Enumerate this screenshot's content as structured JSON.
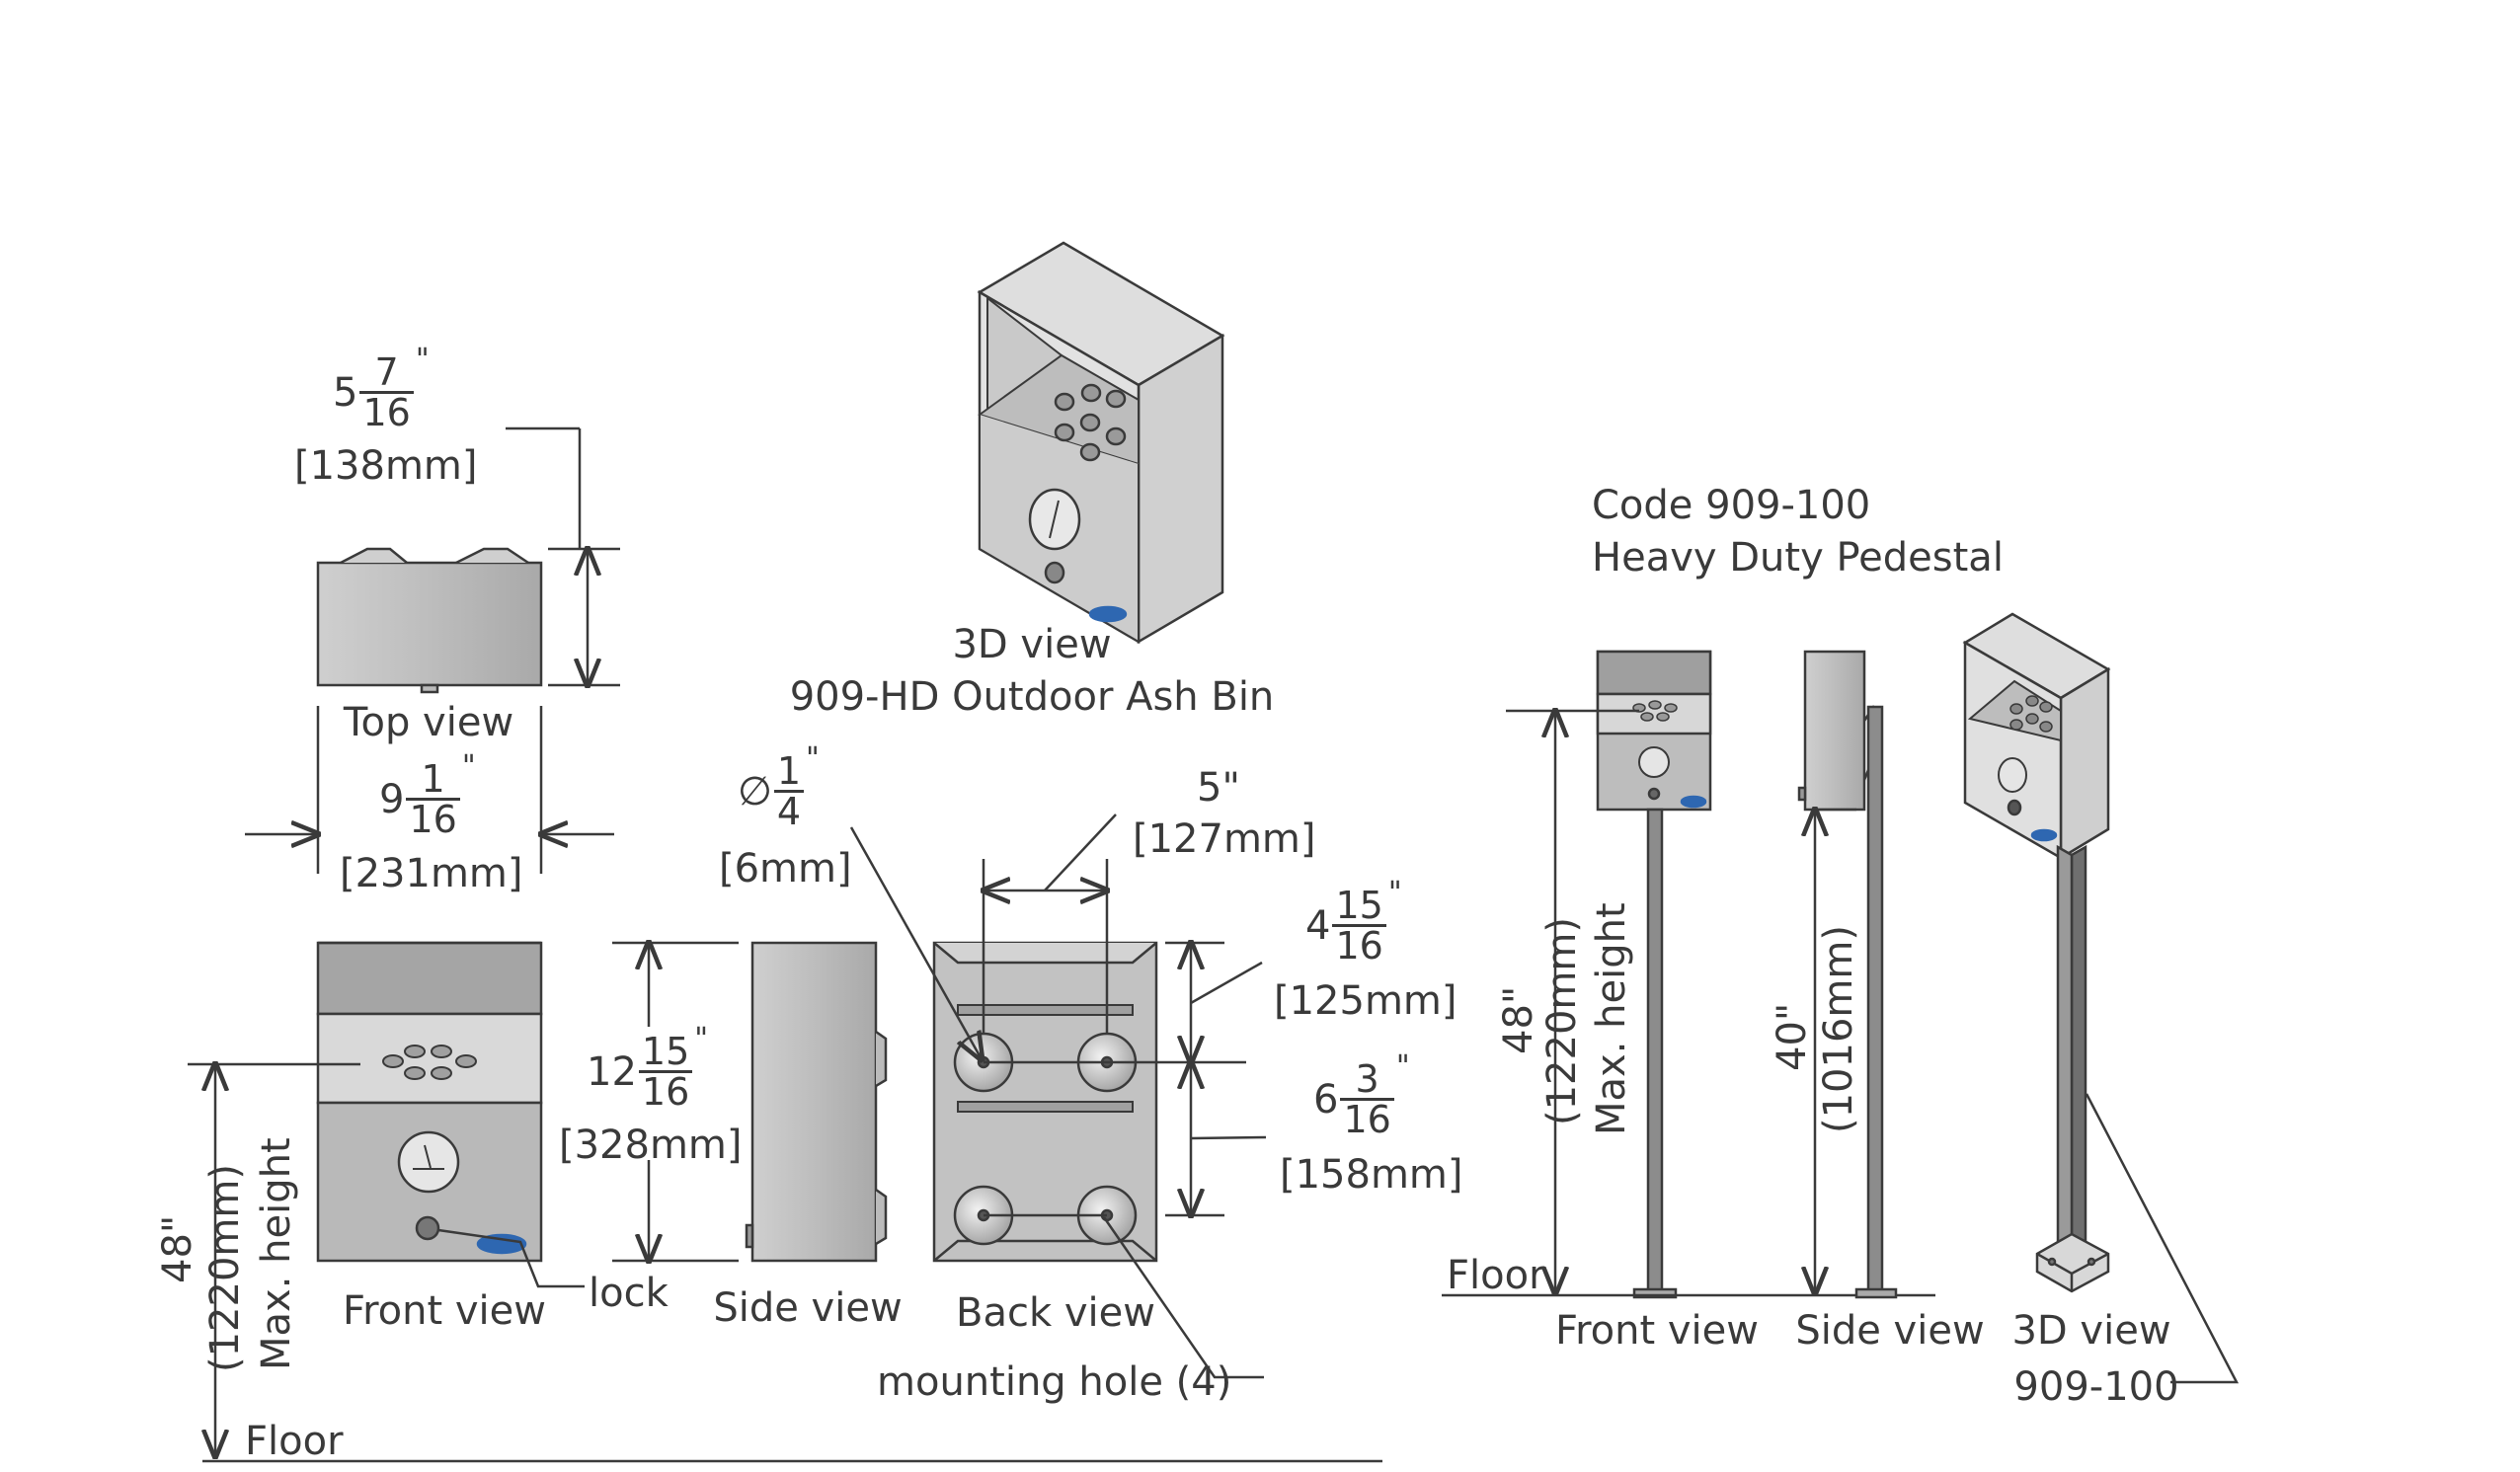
{
  "title": {
    "line1": "Code 909-100",
    "line2": "Heavy Duty Pedestal"
  },
  "views": {
    "top": "Top view",
    "front": "Front view",
    "side": "Side view",
    "back": "Back view",
    "iso": "3D view",
    "iso_product": "909-HD Outdoor Ash Bin",
    "ped_front": "Front view",
    "ped_side": "Side view",
    "ped_iso": "3D view",
    "ped_code": "909-100"
  },
  "callouts": {
    "lock": "lock",
    "mounting_hole": "mounting hole (4)",
    "floor": "Floor",
    "floor_pedestal": "Floor"
  },
  "dimensions": {
    "depth": {
      "whole": "5",
      "num": "7",
      "den": "16",
      "mm": "[138mm]"
    },
    "width": {
      "whole": "9",
      "num": "1",
      "den": "16",
      "mm": "[231mm]"
    },
    "height": {
      "whole": "12",
      "num": "15",
      "den": "16",
      "mm": "[328mm]"
    },
    "hole": {
      "symbol": "∅",
      "num": "1",
      "den": "4",
      "mm": "[6mm]"
    },
    "hole_spacing_h": {
      "text": "5\"",
      "mm": "[127mm]"
    },
    "hole_spacing_v": {
      "whole": "4",
      "num": "15",
      "den": "16",
      "mm": "[125mm]"
    },
    "hole_to_bottom": {
      "whole": "6",
      "num": "3",
      "den": "16",
      "mm": "[158mm]"
    },
    "max_height": {
      "inch": "48\"",
      "mm": "(1220mm)",
      "label": "Max. height"
    },
    "ped_max_height": {
      "inch": "48\"",
      "mm": "(1220mm)",
      "label": "Max. height"
    },
    "ped_post": {
      "inch": "40\"",
      "mm": "(1016mm)"
    }
  },
  "colors": {
    "line": "#3a3a3a",
    "body": "#c8c8c8",
    "panel": "#b4b4b4",
    "dark": "#9a9a9a",
    "logo": "#2e67b1"
  }
}
